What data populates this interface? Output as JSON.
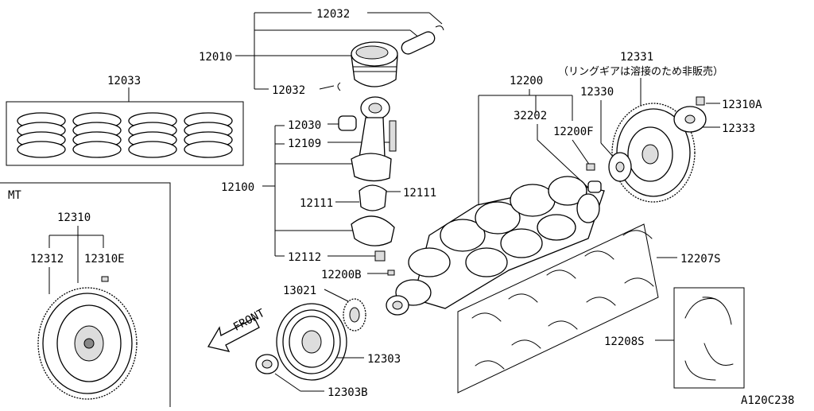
{
  "labels": {
    "p12032_top": "12032",
    "p12010": "12010",
    "p12032_bottom": "12032",
    "p12033": "12033",
    "p12030": "12030",
    "p12109": "12109",
    "p12100": "12100",
    "p12111_left": "12111",
    "p12111_right": "12111",
    "p12112": "12112",
    "p12200B": "12200B",
    "p13021": "13021",
    "p12303": "12303",
    "p12303B": "12303B",
    "p12200": "12200",
    "p32202": "32202",
    "p12200F": "12200F",
    "p12330": "12330",
    "p12331": "12331",
    "p12331_note": "（リングギアは溶接のため非販売）",
    "p12310A": "12310A",
    "p12333": "12333",
    "p12207S": "12207S",
    "p12208S": "12208S",
    "mt": "MT",
    "p12310": "12310",
    "p12312": "12312",
    "p12310E": "12310E",
    "front": "FRONT",
    "diagram_id": "A120C238"
  }
}
